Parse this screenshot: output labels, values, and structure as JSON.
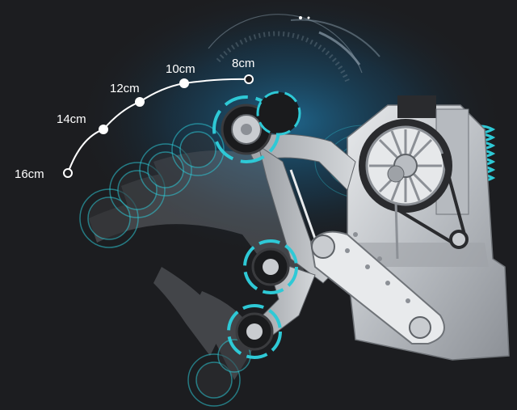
{
  "depth_scale": {
    "labels": [
      "8cm",
      "10cm",
      "12cm",
      "14cm",
      "16cm"
    ]
  },
  "colors": {
    "background": "#1c1d20",
    "accent": "#2ec9d6",
    "metal": "#c9ccd0",
    "dark_metal": "#6f7378",
    "label": "#ffffff"
  }
}
